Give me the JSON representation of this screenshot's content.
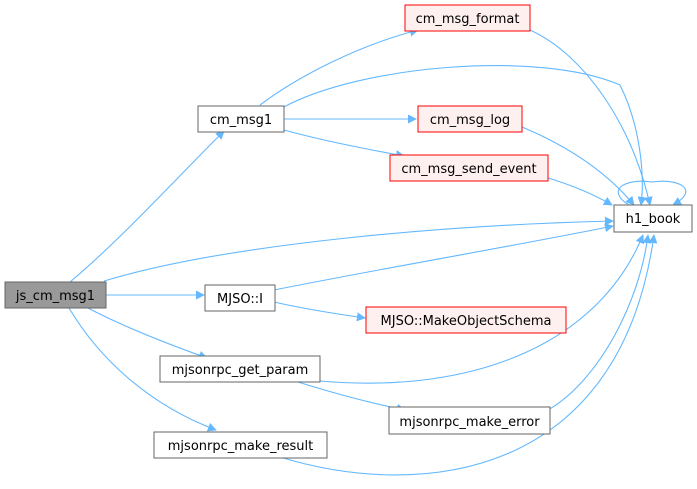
{
  "colors": {
    "edge": "#63b8ff",
    "default_border": "#666666",
    "default_fill": "#ffffff",
    "root_fill": "#999999",
    "root_border": "#666666",
    "highlight_border": "#ff0000",
    "highlight_fill": "#fff0f0"
  },
  "nodes": {
    "js_cm_msg1": {
      "label": "js_cm_msg1",
      "style": "root"
    },
    "cm_msg1": {
      "label": "cm_msg1",
      "style": "normal"
    },
    "cm_msg_format": {
      "label": "cm_msg_format",
      "style": "highlight"
    },
    "cm_msg_log": {
      "label": "cm_msg_log",
      "style": "highlight"
    },
    "cm_msg_send_event": {
      "label": "cm_msg_send_event",
      "style": "highlight"
    },
    "h1_book": {
      "label": "h1_book",
      "style": "normal"
    },
    "mjso_i": {
      "label": "MJSO::I",
      "style": "normal"
    },
    "mjso_make_object_schema": {
      "label": "MJSO::MakeObjectSchema",
      "style": "highlight"
    },
    "mjsonrpc_get_param": {
      "label": "mjsonrpc_get_param",
      "style": "normal"
    },
    "mjsonrpc_make_error": {
      "label": "mjsonrpc_make_error",
      "style": "normal"
    },
    "mjsonrpc_make_result": {
      "label": "mjsonrpc_make_result",
      "style": "normal"
    }
  },
  "edges": [
    {
      "from": "js_cm_msg1",
      "to": "cm_msg1"
    },
    {
      "from": "js_cm_msg1",
      "to": "h1_book"
    },
    {
      "from": "js_cm_msg1",
      "to": "mjso_i"
    },
    {
      "from": "js_cm_msg1",
      "to": "mjsonrpc_get_param"
    },
    {
      "from": "js_cm_msg1",
      "to": "mjsonrpc_make_result"
    },
    {
      "from": "cm_msg1",
      "to": "cm_msg_format"
    },
    {
      "from": "cm_msg1",
      "to": "h1_book"
    },
    {
      "from": "cm_msg1",
      "to": "cm_msg_log"
    },
    {
      "from": "cm_msg1",
      "to": "cm_msg_send_event"
    },
    {
      "from": "cm_msg_format",
      "to": "h1_book"
    },
    {
      "from": "cm_msg_log",
      "to": "h1_book"
    },
    {
      "from": "cm_msg_send_event",
      "to": "h1_book"
    },
    {
      "from": "h1_book",
      "to": "h1_book"
    },
    {
      "from": "mjso_i",
      "to": "h1_book"
    },
    {
      "from": "mjso_i",
      "to": "mjso_make_object_schema"
    },
    {
      "from": "mjsonrpc_get_param",
      "to": "h1_book"
    },
    {
      "from": "mjsonrpc_get_param",
      "to": "mjsonrpc_make_error"
    },
    {
      "from": "mjsonrpc_make_error",
      "to": "h1_book"
    },
    {
      "from": "mjsonrpc_make_result",
      "to": "h1_book"
    }
  ]
}
